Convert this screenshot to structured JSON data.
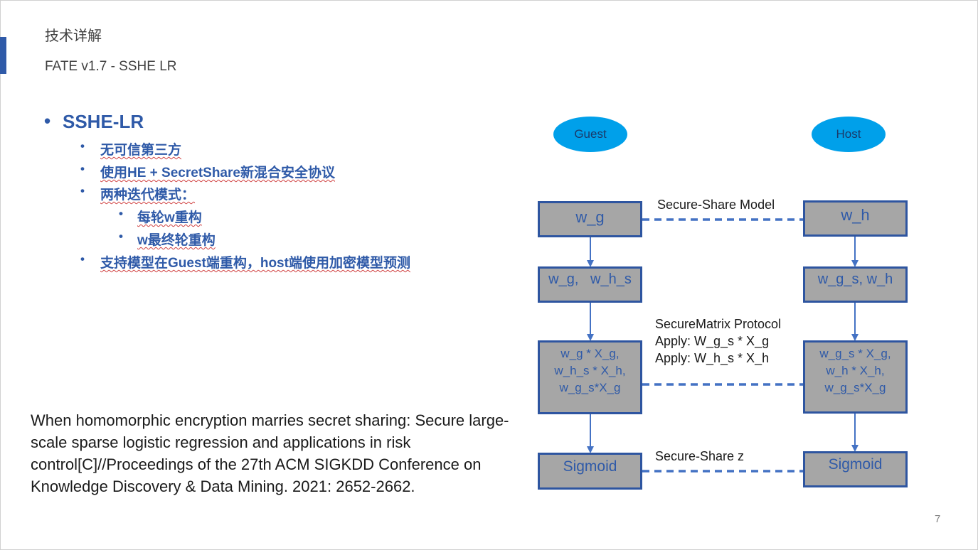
{
  "header": {
    "section_title": "技术详解",
    "subtitle": "FATE v1.7 - SSHE LR"
  },
  "bullets": {
    "bullet_char": "•",
    "title": "SSHE-LR",
    "item1": "无可信第三方",
    "item2": "使用HE + SecretShare新混合安全协议",
    "item3": "两种迭代模式：",
    "item3_sub1": "每轮w重构",
    "item3_sub2": "w最终轮重构",
    "item4": "支持模型在Guest端重构，host端使用加密模型预测"
  },
  "citation": "When homomorphic encryption marries secret sharing: Secure large-scale sparse logistic regression and applications in risk control[C]//Proceedings of the 27th ACM SIGKDD Conference on Knowledge Discovery & Data Mining. 2021: 2652-2662.",
  "diagram": {
    "guest": "Guest",
    "host": "Host",
    "guest_model": "w_g",
    "host_model": "w_h",
    "secure_share_model_label": "Secure-Share Model",
    "guest_shares": "w_g,   w_h_s",
    "host_shares": "w_g_s, w_h",
    "protocol_line1": "SecureMatrix Protocol",
    "protocol_line2": "Apply: W_g_s * X_g",
    "protocol_line3": "Apply: W_h_s * X_h",
    "guest_products_line1": "w_g * X_g,",
    "guest_products_line2": "w_h_s * X_h,",
    "guest_products_line3": "w_g_s*X_g",
    "host_products_line1": "w_g_s * X_g,",
    "host_products_line2": "w_h * X_h,",
    "host_products_line3": "w_g_s*X_g",
    "guest_sigmoid": "Sigmoid",
    "host_sigmoid": "Sigmoid",
    "secure_share_z_label": "Secure-Share z",
    "colors": {
      "box_fill": "#a6a6a6",
      "box_border": "#2e55a0",
      "ellipse_fill": "#00a0ea",
      "arrow": "#4472c4"
    }
  },
  "page_number": "7"
}
